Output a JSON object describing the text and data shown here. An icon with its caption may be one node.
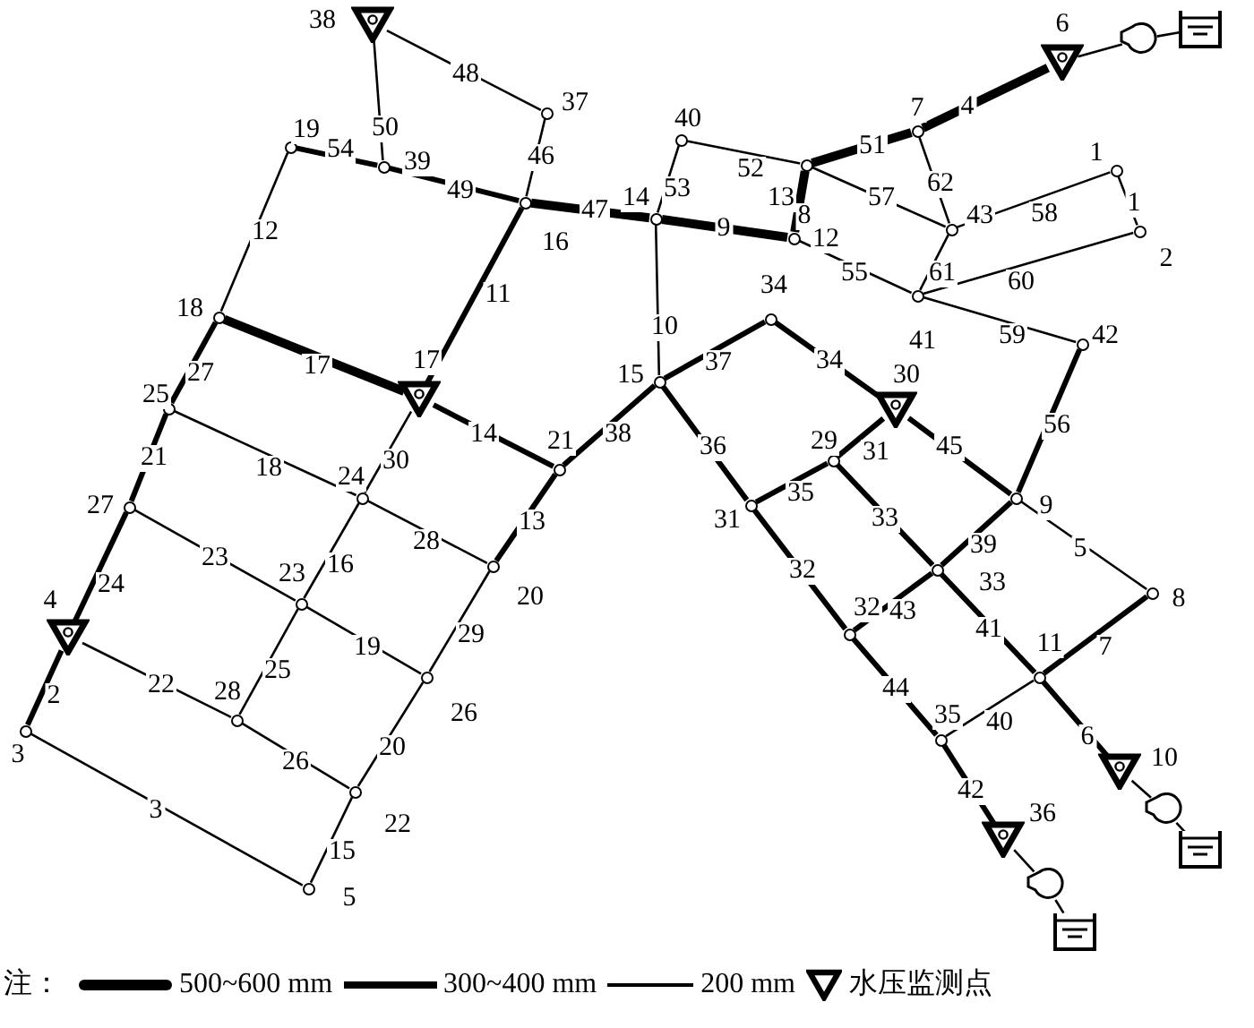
{
  "diagram": {
    "nodes": [
      {
        "text": [],
        "shape": "circle",
        "beside": [
          "1"
        ]
      },
      {
        "text": [],
        "shape": "circle",
        "beside": [
          "2"
        ]
      },
      {
        "text": [],
        "shape": "circle",
        "beside": [
          "3"
        ]
      },
      {
        "text": [],
        "shape": "triangle",
        "beside": [
          "4"
        ]
      },
      {
        "text": [],
        "shape": "circle",
        "beside": [
          "5"
        ]
      },
      {
        "text": [],
        "shape": "triangle",
        "beside": [
          "6"
        ]
      },
      {
        "text": [],
        "shape": "circle",
        "beside": [
          "7"
        ]
      },
      {
        "text": [],
        "shape": "circle",
        "beside": [
          "8"
        ]
      },
      {
        "text": [],
        "shape": "circle",
        "beside": [
          "9"
        ]
      },
      {
        "text": [],
        "shape": "triangle",
        "beside": [
          "10"
        ]
      },
      {
        "text": [],
        "shape": "circle",
        "beside": [
          "11"
        ]
      },
      {
        "text": [],
        "shape": "circle",
        "beside": [
          "12"
        ]
      },
      {
        "text": [],
        "shape": "circle",
        "beside": [
          "13"
        ]
      },
      {
        "text": [],
        "shape": "circle",
        "beside": [
          "14"
        ]
      },
      {
        "text": [],
        "shape": "circle",
        "beside": [
          "15"
        ]
      },
      {
        "text": [],
        "shape": "circle",
        "beside": [
          "16"
        ]
      },
      {
        "text": [],
        "shape": "triangle",
        "beside": [
          "17"
        ]
      },
      {
        "text": [],
        "shape": "circle",
        "beside": [
          "18"
        ]
      },
      {
        "text": [],
        "shape": "circle",
        "beside": [
          "19"
        ]
      },
      {
        "text": [],
        "shape": "circle",
        "beside": [
          "20"
        ]
      },
      {
        "text": [],
        "shape": "circle",
        "beside": [
          "21"
        ]
      },
      {
        "text": [],
        "shape": "circle",
        "beside": [
          "22"
        ]
      },
      {
        "text": [],
        "shape": "circle",
        "beside": [
          "23"
        ]
      },
      {
        "text": [],
        "shape": "circle",
        "beside": [
          "24"
        ]
      },
      {
        "text": [],
        "shape": "circle",
        "beside": [
          "25"
        ]
      },
      {
        "text": [],
        "shape": "circle",
        "beside": [
          "26"
        ]
      },
      {
        "text": [],
        "shape": "circle",
        "beside": [
          "27"
        ]
      },
      {
        "text": [],
        "shape": "circle",
        "beside": [
          "28"
        ]
      },
      {
        "text": [],
        "shape": "circle",
        "beside": [
          "29"
        ]
      },
      {
        "text": [],
        "shape": "triangle",
        "beside": [
          "30"
        ]
      },
      {
        "text": [],
        "shape": "circle",
        "beside": [
          "31"
        ]
      },
      {
        "text": [],
        "shape": "circle",
        "beside": [
          "32"
        ]
      },
      {
        "text": [],
        "shape": "circle",
        "beside": [
          "33"
        ]
      },
      {
        "text": [],
        "shape": "circle",
        "beside": [
          "34"
        ]
      },
      {
        "text": [],
        "shape": "circle",
        "beside": [
          "35"
        ]
      },
      {
        "text": [],
        "shape": "triangle",
        "beside": [
          "36"
        ]
      },
      {
        "text": [],
        "shape": "circle",
        "beside": [
          "37"
        ]
      },
      {
        "text": [],
        "shape": "triangle",
        "beside": [
          "38"
        ]
      },
      {
        "text": [],
        "shape": "circle",
        "beside": [
          "39"
        ]
      },
      {
        "text": [],
        "shape": "circle",
        "beside": [
          "40"
        ]
      },
      {
        "text": [],
        "shape": "circle",
        "beside": [
          "41"
        ]
      },
      {
        "text": [],
        "shape": "circle",
        "beside": [
          "42"
        ]
      },
      {
        "text": [],
        "shape": "circle",
        "beside": [
          "43"
        ]
      },
      {
        "text": [],
        "shape": "pump"
      },
      {
        "text": [],
        "shape": "tank"
      },
      {
        "text": [],
        "shape": "pump"
      },
      {
        "text": [],
        "shape": "tank"
      },
      {
        "text": [],
        "shape": "pump"
      },
      {
        "text": [],
        "shape": "tank"
      }
    ],
    "edges": [
      {
        "from": 0,
        "to": 1,
        "arrow": "none",
        "label": "1"
      },
      {
        "from": 3,
        "to": 2,
        "arrow": "none",
        "label": "2",
        "style": "thick"
      },
      {
        "from": 2,
        "to": 4,
        "arrow": "none",
        "label": "3"
      },
      {
        "from": 5,
        "to": 6,
        "arrow": "none",
        "label": "4",
        "style": "thick"
      },
      {
        "from": 8,
        "to": 7,
        "arrow": "none",
        "label": "5"
      },
      {
        "from": 10,
        "to": 9,
        "arrow": "none",
        "label": "6",
        "style": "thick"
      },
      {
        "from": 7,
        "to": 10,
        "arrow": "none",
        "label": "7",
        "style": "thick"
      },
      {
        "from": 12,
        "to": 11,
        "arrow": "none",
        "label": "8",
        "style": "thick"
      },
      {
        "from": 13,
        "to": 11,
        "arrow": "none",
        "label": "9",
        "style": "thick"
      },
      {
        "from": 13,
        "to": 14,
        "arrow": "none",
        "label": "10"
      },
      {
        "from": 15,
        "to": 16,
        "arrow": "none",
        "label": "11",
        "style": "thick"
      },
      {
        "from": 18,
        "to": 17,
        "arrow": "none",
        "label": "12"
      },
      {
        "from": 20,
        "to": 19,
        "arrow": "none",
        "label": "13",
        "style": "thick"
      },
      {
        "from": 16,
        "to": 20,
        "arrow": "none",
        "label": "14",
        "style": "thick"
      },
      {
        "from": 21,
        "to": 4,
        "arrow": "none",
        "label": "15"
      },
      {
        "from": 23,
        "to": 22,
        "arrow": "none",
        "label": "16"
      },
      {
        "from": 17,
        "to": 16,
        "arrow": "none",
        "label": "17",
        "style": "thick"
      },
      {
        "from": 24,
        "to": 23,
        "arrow": "none",
        "label": "18"
      },
      {
        "from": 22,
        "to": 25,
        "arrow": "none",
        "label": "19"
      },
      {
        "from": 25,
        "to": 21,
        "arrow": "none",
        "label": "20"
      },
      {
        "from": 24,
        "to": 26,
        "arrow": "none",
        "label": "21",
        "style": "thick"
      },
      {
        "from": 3,
        "to": 27,
        "arrow": "none",
        "label": "22"
      },
      {
        "from": 26,
        "to": 22,
        "arrow": "none",
        "label": "23"
      },
      {
        "from": 26,
        "to": 3,
        "arrow": "none",
        "label": "24",
        "style": "thick"
      },
      {
        "from": 22,
        "to": 27,
        "arrow": "none",
        "label": "25"
      },
      {
        "from": 27,
        "to": 21,
        "arrow": "none",
        "label": "26"
      },
      {
        "from": 17,
        "to": 24,
        "arrow": "none",
        "label": "27",
        "style": "thick"
      },
      {
        "from": 23,
        "to": 19,
        "arrow": "none",
        "label": "28"
      },
      {
        "from": 19,
        "to": 25,
        "arrow": "none",
        "label": "29"
      },
      {
        "from": 23,
        "to": 16,
        "arrow": "none",
        "label": "30"
      },
      {
        "from": 28,
        "to": 29,
        "arrow": "none",
        "label": "31",
        "style": "thick"
      },
      {
        "from": 30,
        "to": 31,
        "arrow": "none",
        "label": "32",
        "style": "thick"
      },
      {
        "from": 28,
        "to": 32,
        "arrow": "none",
        "label": "33",
        "style": "thick"
      },
      {
        "from": 33,
        "to": 29,
        "arrow": "none",
        "label": "34",
        "style": "thick"
      },
      {
        "from": 30,
        "to": 28,
        "arrow": "none",
        "label": "35",
        "style": "thick"
      },
      {
        "from": 14,
        "to": 30,
        "arrow": "none",
        "label": "36",
        "style": "thick"
      },
      {
        "from": 14,
        "to": 33,
        "arrow": "none",
        "label": "37",
        "style": "thick"
      },
      {
        "from": 20,
        "to": 14,
        "arrow": "none",
        "label": "38",
        "style": "thick"
      },
      {
        "from": 32,
        "to": 8,
        "arrow": "none",
        "label": "39",
        "style": "thick"
      },
      {
        "from": 34,
        "to": 10,
        "arrow": "none",
        "label": "40"
      },
      {
        "from": 32,
        "to": 10,
        "arrow": "none",
        "label": "41",
        "style": "thick"
      },
      {
        "from": 34,
        "to": 35,
        "arrow": "none",
        "label": "42",
        "style": "thick"
      },
      {
        "from": 32,
        "to": 31,
        "arrow": "none",
        "label": "43",
        "style": "thick"
      },
      {
        "from": 31,
        "to": 34,
        "arrow": "none",
        "label": "44",
        "style": "thick"
      },
      {
        "from": 29,
        "to": 8,
        "arrow": "none",
        "label": "45",
        "style": "thick"
      },
      {
        "from": 36,
        "to": 15,
        "arrow": "none",
        "label": "46"
      },
      {
        "from": 15,
        "to": 13,
        "arrow": "none",
        "label": "47",
        "style": "thick"
      },
      {
        "from": 37,
        "to": 36,
        "arrow": "none",
        "label": "48"
      },
      {
        "from": 38,
        "to": 15,
        "arrow": "none",
        "label": "49",
        "style": "thick"
      },
      {
        "from": 37,
        "to": 38,
        "arrow": "none",
        "label": "50"
      },
      {
        "from": 12,
        "to": 6,
        "arrow": "none",
        "label": "51",
        "style": "thick"
      },
      {
        "from": 39,
        "to": 12,
        "arrow": "none",
        "label": "52"
      },
      {
        "from": 13,
        "to": 39,
        "arrow": "none",
        "label": "53"
      },
      {
        "from": 18,
        "to": 38,
        "arrow": "none",
        "label": "54",
        "style": "thick"
      },
      {
        "from": 11,
        "to": 40,
        "arrow": "none",
        "label": "55"
      },
      {
        "from": 41,
        "to": 8,
        "arrow": "none",
        "label": "56",
        "style": "thick"
      },
      {
        "from": 12,
        "to": 42,
        "arrow": "none",
        "label": "57"
      },
      {
        "from": 42,
        "to": 0,
        "arrow": "none",
        "label": "58"
      },
      {
        "from": 40,
        "to": 41,
        "arrow": "none",
        "label": "59"
      },
      {
        "from": 1,
        "to": 40,
        "arrow": "none",
        "label": "60"
      },
      {
        "from": 40,
        "to": 42,
        "arrow": "none",
        "label": "61"
      },
      {
        "from": 6,
        "to": 42,
        "arrow": "none",
        "label": "62"
      },
      {
        "from": 5,
        "to": 43,
        "arrow": "none"
      },
      {
        "from": 43,
        "to": 44,
        "arrow": "none"
      },
      {
        "from": 9,
        "to": 45,
        "arrow": "none"
      },
      {
        "from": 45,
        "to": 46,
        "arrow": "none"
      },
      {
        "from": 35,
        "to": 47,
        "arrow": "none"
      },
      {
        "from": 47,
        "to": 48,
        "arrow": "none"
      }
    ],
    "labels": [
      "注："
    ],
    "legend": [
      {
        "text": "500~600 mm"
      },
      {
        "text": "300~400 mm"
      },
      {
        "text": "200 mm"
      },
      {
        "text": "水压监测点"
      }
    ]
  }
}
